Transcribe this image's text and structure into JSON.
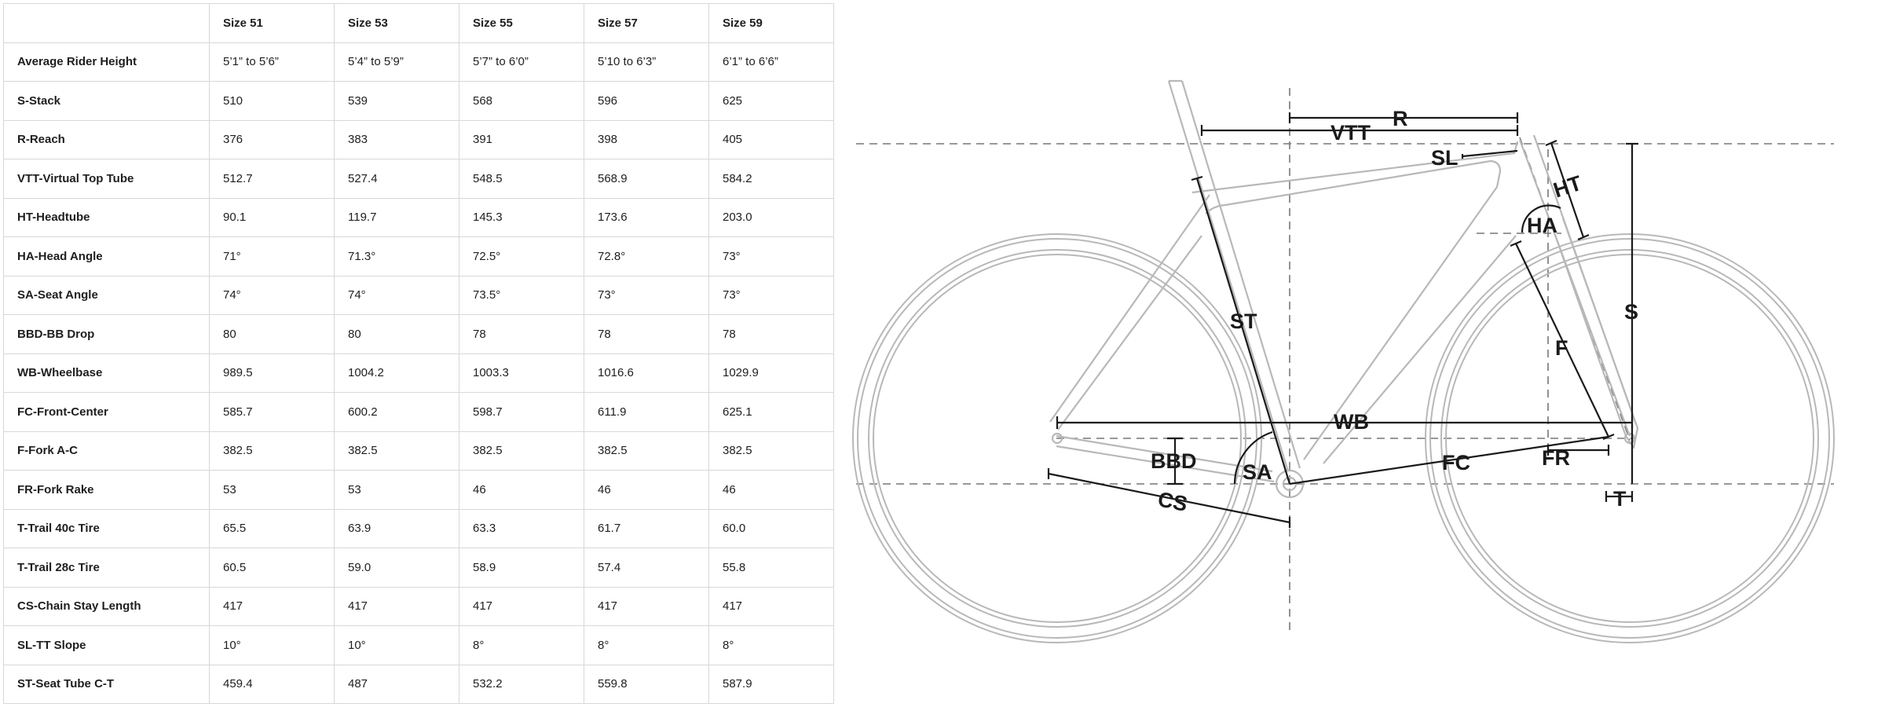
{
  "table": {
    "columns": [
      "",
      "Size 51",
      "Size 53",
      "Size 55",
      "Size 57",
      "Size 59"
    ],
    "rows": [
      {
        "label": "Average Rider Height",
        "values": [
          "5’1” to 5’6”",
          "5’4” to 5’9”",
          "5’7” to 6’0”",
          "5’10 to 6’3”",
          "6’1” to 6’6”"
        ]
      },
      {
        "label": "S-Stack",
        "values": [
          "510",
          "539",
          "568",
          "596",
          "625"
        ]
      },
      {
        "label": "R-Reach",
        "values": [
          "376",
          "383",
          "391",
          "398",
          "405"
        ]
      },
      {
        "label": "VTT-Virtual Top Tube",
        "values": [
          "512.7",
          "527.4",
          "548.5",
          "568.9",
          "584.2"
        ]
      },
      {
        "label": "HT-Headtube",
        "values": [
          "90.1",
          "119.7",
          "145.3",
          "173.6",
          "203.0"
        ]
      },
      {
        "label": "HA-Head Angle",
        "values": [
          "71°",
          "71.3°",
          "72.5°",
          "72.8°",
          "73°"
        ]
      },
      {
        "label": "SA-Seat Angle",
        "values": [
          "74°",
          "74°",
          "73.5°",
          "73°",
          "73°"
        ]
      },
      {
        "label": "BBD-BB Drop",
        "values": [
          "80",
          "80",
          "78",
          "78",
          "78"
        ]
      },
      {
        "label": "WB-Wheelbase",
        "values": [
          "989.5",
          "1004.2",
          "1003.3",
          "1016.6",
          "1029.9"
        ]
      },
      {
        "label": "FC-Front-Center",
        "values": [
          "585.7",
          "600.2",
          "598.7",
          "611.9",
          "625.1"
        ]
      },
      {
        "label": "F-Fork A-C",
        "values": [
          "382.5",
          "382.5",
          "382.5",
          "382.5",
          "382.5"
        ]
      },
      {
        "label": "FR-Fork Rake",
        "values": [
          "53",
          "53",
          "46",
          "46",
          "46"
        ]
      },
      {
        "label": "T-Trail 40c Tire",
        "values": [
          "65.5",
          "63.9",
          "63.3",
          "61.7",
          "60.0"
        ]
      },
      {
        "label": "T-Trail 28c Tire",
        "values": [
          "60.5",
          "59.0",
          "58.9",
          "57.4",
          "55.8"
        ]
      },
      {
        "label": "CS-Chain Stay Length",
        "values": [
          "417",
          "417",
          "417",
          "417",
          "417"
        ]
      },
      {
        "label": "SL-TT Slope",
        "values": [
          "10°",
          "10°",
          "8°",
          "8°",
          "8°"
        ]
      },
      {
        "label": "ST-Seat Tube C-T",
        "values": [
          "459.4",
          "487",
          "532.2",
          "559.8",
          "587.9"
        ]
      }
    ]
  },
  "diagram": {
    "labels": {
      "r": "R",
      "vtt": "VTT",
      "sl": "SL",
      "ht": "HT",
      "ha": "HA",
      "st": "ST",
      "s": "S",
      "f": "F",
      "wb": "WB",
      "bbd": "BBD",
      "sa": "SA",
      "fc": "FC",
      "fr": "FR",
      "cs": "CS",
      "t": "T"
    },
    "colors": {
      "frame": "#b8b8b8",
      "dimension": "#1a1a1a",
      "guide": "#777777"
    }
  }
}
